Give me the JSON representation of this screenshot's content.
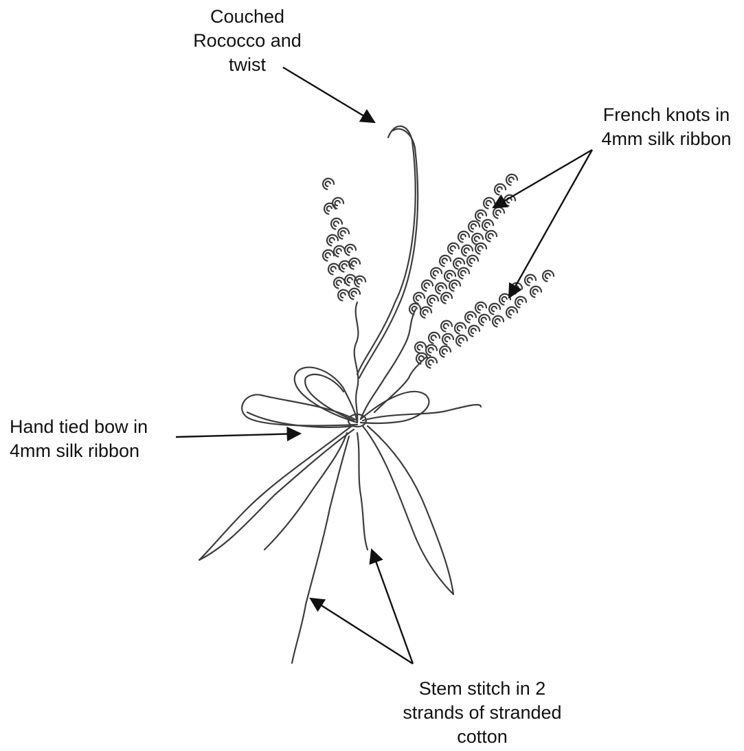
{
  "annotations": {
    "couched": {
      "lines": [
        "Couched",
        "Rococco and",
        "twist"
      ]
    },
    "french_knots": {
      "lines": [
        "French knots in",
        "4mm silk ribbon"
      ]
    },
    "bow": {
      "lines": [
        "Hand tied bow in",
        "4mm silk ribbon"
      ]
    },
    "stem_stitch": {
      "lines": [
        "Stem stitch in 2",
        "strands of stranded",
        "cotton"
      ]
    }
  },
  "colors": {
    "ink": "#3c3c3c",
    "text": "#111111",
    "background": "#ffffff"
  }
}
